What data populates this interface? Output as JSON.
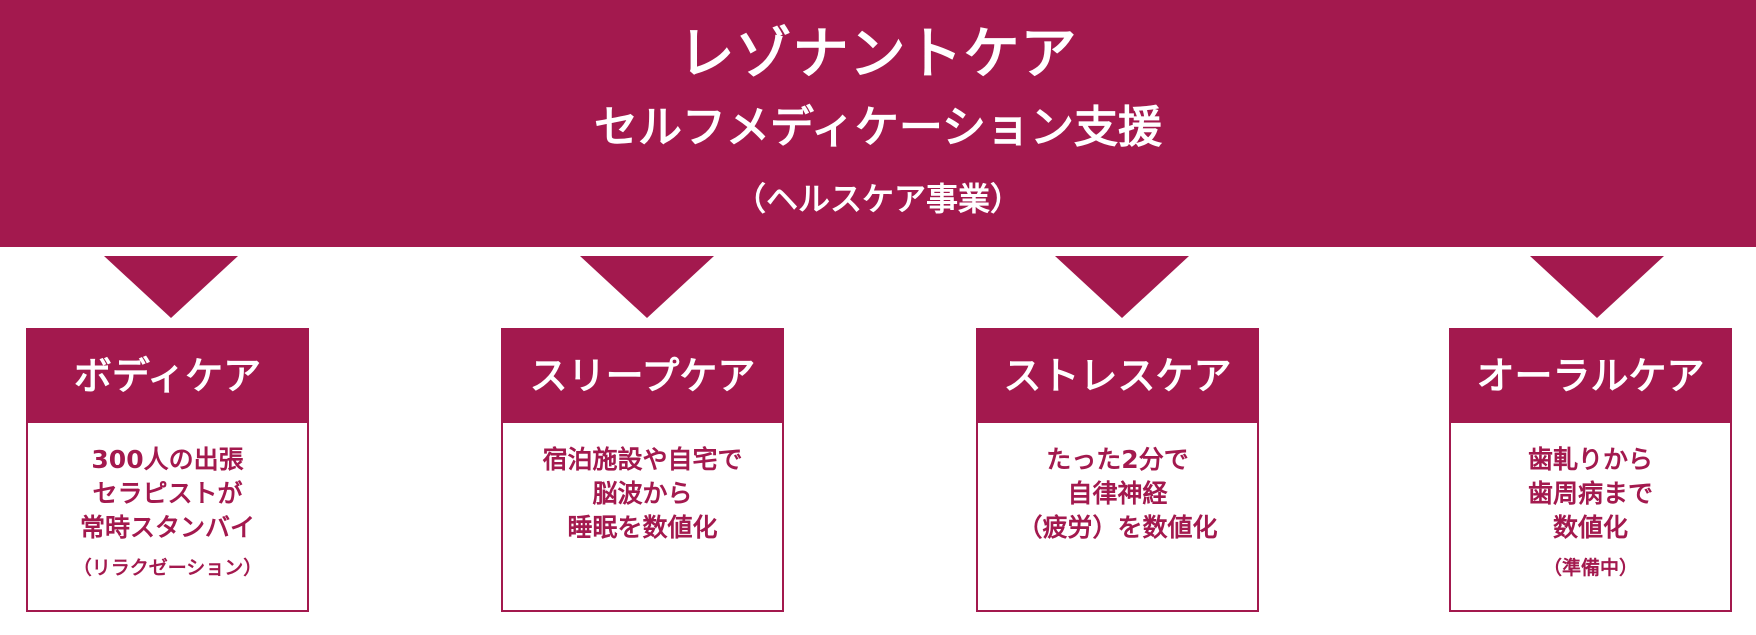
{
  "header": {
    "title": "レゾナントケア",
    "subtitle": "セルフメディケーション支援",
    "note": "（ヘルスケア事業）"
  },
  "cards": [
    {
      "title": "ボディケア",
      "lines": [
        "300人の出張",
        "セラピストが",
        "常時スタンバイ"
      ],
      "note": "（リラクゼーション）"
    },
    {
      "title": "スリープケア",
      "lines": [
        "宿泊施設や自宅で",
        "脳波から",
        "睡眠を数値化"
      ],
      "note": ""
    },
    {
      "title": "ストレスケア",
      "lines": [
        "たった2分で",
        "自律神経",
        "（疲労）を数値化"
      ],
      "note": ""
    },
    {
      "title": "オーラルケア",
      "lines": [
        "歯軋りから",
        "歯周病まで",
        "数値化"
      ],
      "note": "（準備中）"
    }
  ],
  "colors": {
    "accent": "#a3194e",
    "background": "#ffffff",
    "text_on_accent": "#ffffff"
  }
}
